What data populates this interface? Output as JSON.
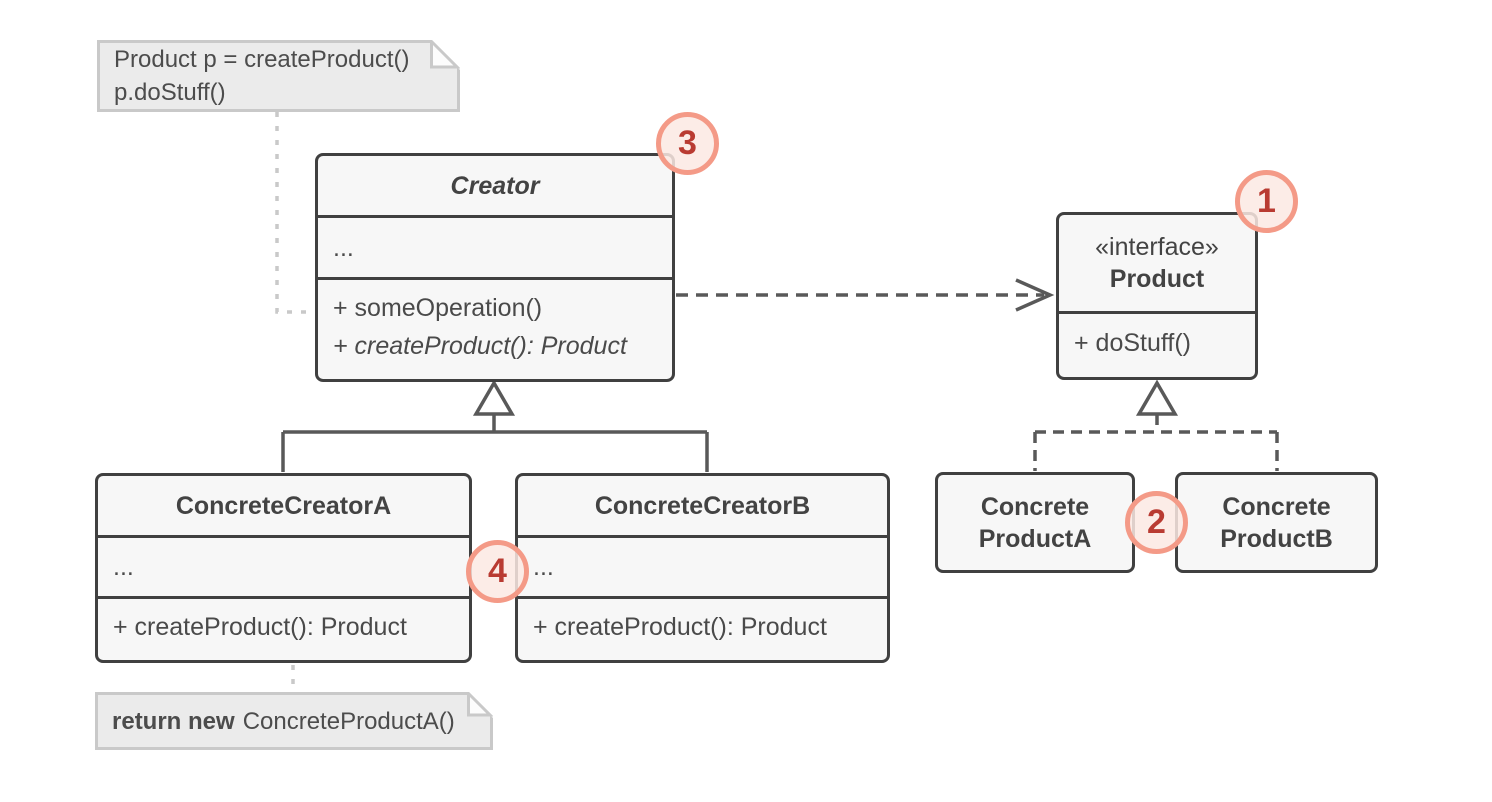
{
  "colors": {
    "box_border": "#404040",
    "box_fill": "#f7f7f7",
    "text": "#4a4a4a",
    "connector": "#595959",
    "note_fill": "#ebebeb",
    "note_border": "#c9c9c9",
    "badge_ring": "#f49a87",
    "badge_fill": "#fbe9e3",
    "badge_number": "#b93b32"
  },
  "notes": {
    "client": {
      "lines": [
        "Product p = createProduct()",
        "p.doStuff()"
      ]
    },
    "return_note": {
      "keyword": "return new",
      "code": "ConcreteProductA()"
    }
  },
  "classes": {
    "creator": {
      "title": "Creator",
      "fields": "...",
      "method1": "+ someOperation()",
      "method2": "+ createProduct(): Product"
    },
    "product": {
      "stereotype": "«interface»",
      "title": "Product",
      "method1": "+ doStuff()"
    },
    "concrete_creator_a": {
      "title": "ConcreteCreatorA",
      "fields": "...",
      "method1": "+ createProduct(): Product"
    },
    "concrete_creator_b": {
      "title": "ConcreteCreatorB",
      "fields": "...",
      "method1": "+ createProduct(): Product"
    },
    "concrete_product_a": {
      "title_line1": "Concrete",
      "title_line2": "ProductA"
    },
    "concrete_product_b": {
      "title_line1": "Concrete",
      "title_line2": "ProductB"
    }
  },
  "badges": {
    "b1": "1",
    "b2": "2",
    "b3": "3",
    "b4": "4"
  }
}
